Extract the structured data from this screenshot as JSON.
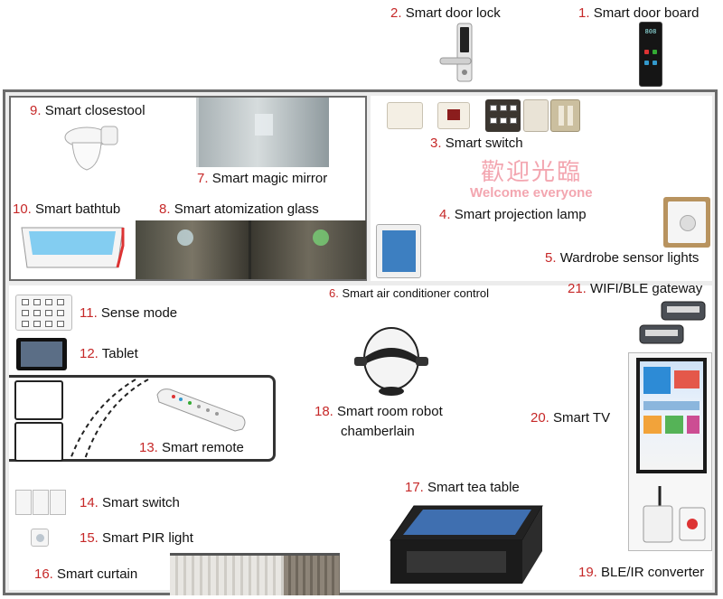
{
  "items": {
    "smart_door_lock": {
      "num": "2.",
      "text": "Smart door lock"
    },
    "smart_door_board": {
      "num": "1.",
      "text": "Smart door board"
    },
    "smart_closestool": {
      "num": "9.",
      "text": "Smart closestool"
    },
    "smart_magic_mirror": {
      "num": "7.",
      "text": "Smart magic mirror"
    },
    "smart_bathtub": {
      "num": "10.",
      "text": "Smart bathtub"
    },
    "smart_atomization_glass": {
      "num": "8.",
      "text": "Smart atomization glass"
    },
    "smart_switch_top": {
      "num": "3.",
      "text": "Smart switch"
    },
    "smart_projection_lamp": {
      "num": "4.",
      "text": "Smart projection lamp"
    },
    "wardrobe_sensor_lights": {
      "num": "5.",
      "text": "Wardrobe sensor lights"
    },
    "smart_air_conditioner": {
      "num": "6.",
      "text": "Smart air conditioner control"
    },
    "wifi_ble_gateway": {
      "num": "21.",
      "text": "WIFI/BLE gateway"
    },
    "sense_mode": {
      "num": "11.",
      "text": "Sense mode"
    },
    "tablet": {
      "num": "12.",
      "text": "Tablet"
    },
    "smart_remote": {
      "num": "13.",
      "text": "Smart remote"
    },
    "smart_room_robot": {
      "num": "18.",
      "text": "Smart room robot",
      "text2": "chamberlain"
    },
    "smart_tv": {
      "num": "20.",
      "text": "Smart TV"
    },
    "smart_switch_bottom": {
      "num": "14.",
      "text": "Smart switch"
    },
    "smart_pir_light": {
      "num": "15.",
      "text": "Smart PIR light"
    },
    "smart_curtain": {
      "num": "16.",
      "text": "Smart curtain"
    },
    "smart_tea_table": {
      "num": "17.",
      "text": "Smart tea table"
    },
    "ble_ir_converter": {
      "num": "19.",
      "text": "BLE/IR converter"
    }
  },
  "projection": {
    "chinese": "歡迎光臨",
    "english": "Welcome everyone"
  },
  "door_board_display": "808",
  "colors": {
    "number_red": "#c62828",
    "frame_gray": "#6b6b6b",
    "projection_pink": "#f3a6b0"
  }
}
